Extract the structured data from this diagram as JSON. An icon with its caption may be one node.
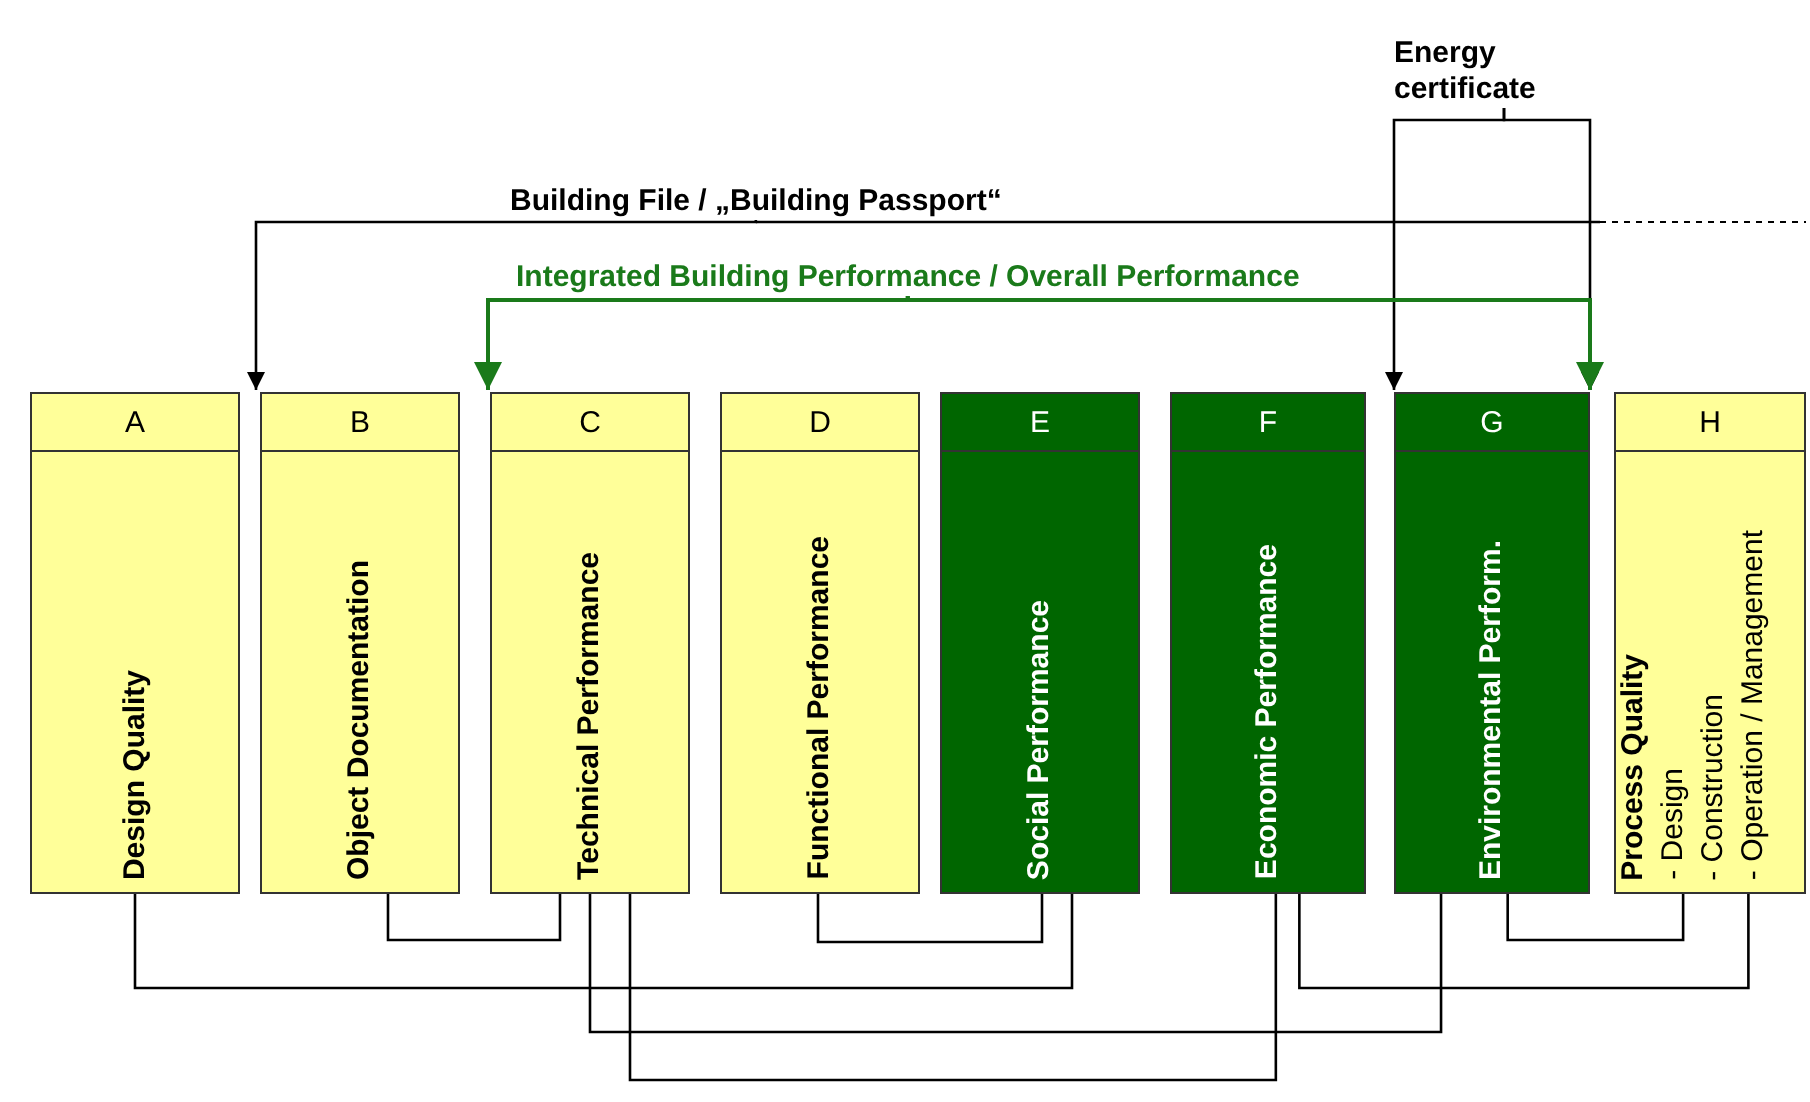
{
  "diagram": {
    "nodes": [
      {
        "text": [
          "Energy certificate"
        ]
      },
      {
        "text": [
          "Building File / „Building Passport“"
        ]
      },
      {
        "text": [
          "Integrated Building Performance / Overall Performance"
        ]
      },
      {
        "text": [
          "A",
          "Design Quality"
        ]
      },
      {
        "text": [
          "B",
          "Object Documentation"
        ]
      },
      {
        "text": [
          "C",
          "Technical Performance"
        ]
      },
      {
        "text": [
          "D",
          "Functional Performance"
        ]
      },
      {
        "text": [
          "E",
          "Social Performance"
        ]
      },
      {
        "text": [
          "F",
          "Economic Performance"
        ]
      },
      {
        "text": [
          "G",
          "Environmental Perform."
        ]
      },
      {
        "text": [
          "H",
          "Process Quality",
          "- Design",
          "- Construction",
          "- Operation / Management"
        ]
      }
    ],
    "edges": [
      {
        "from": 0,
        "to": 9,
        "arrow": "to"
      },
      {
        "from": 0,
        "to": 9,
        "arrow": "to"
      },
      {
        "from": 1,
        "to": 4,
        "arrow": "to"
      },
      {
        "from": 2,
        "to": 5,
        "arrow": "to",
        "color": "#1a7a1a"
      },
      {
        "from": 2,
        "to": 9,
        "arrow": "to",
        "color": "#1a7a1a"
      },
      {
        "from": 3,
        "to": 7,
        "arrow": "none"
      },
      {
        "from": 4,
        "to": 5,
        "arrow": "none"
      },
      {
        "from": 5,
        "to": 9,
        "arrow": "none"
      },
      {
        "from": 5,
        "to": 8,
        "arrow": "none"
      },
      {
        "from": 6,
        "to": 7,
        "arrow": "none"
      },
      {
        "from": 8,
        "to": 10,
        "arrow": "none"
      },
      {
        "from": 9,
        "to": 10,
        "arrow": "none"
      }
    ]
  }
}
